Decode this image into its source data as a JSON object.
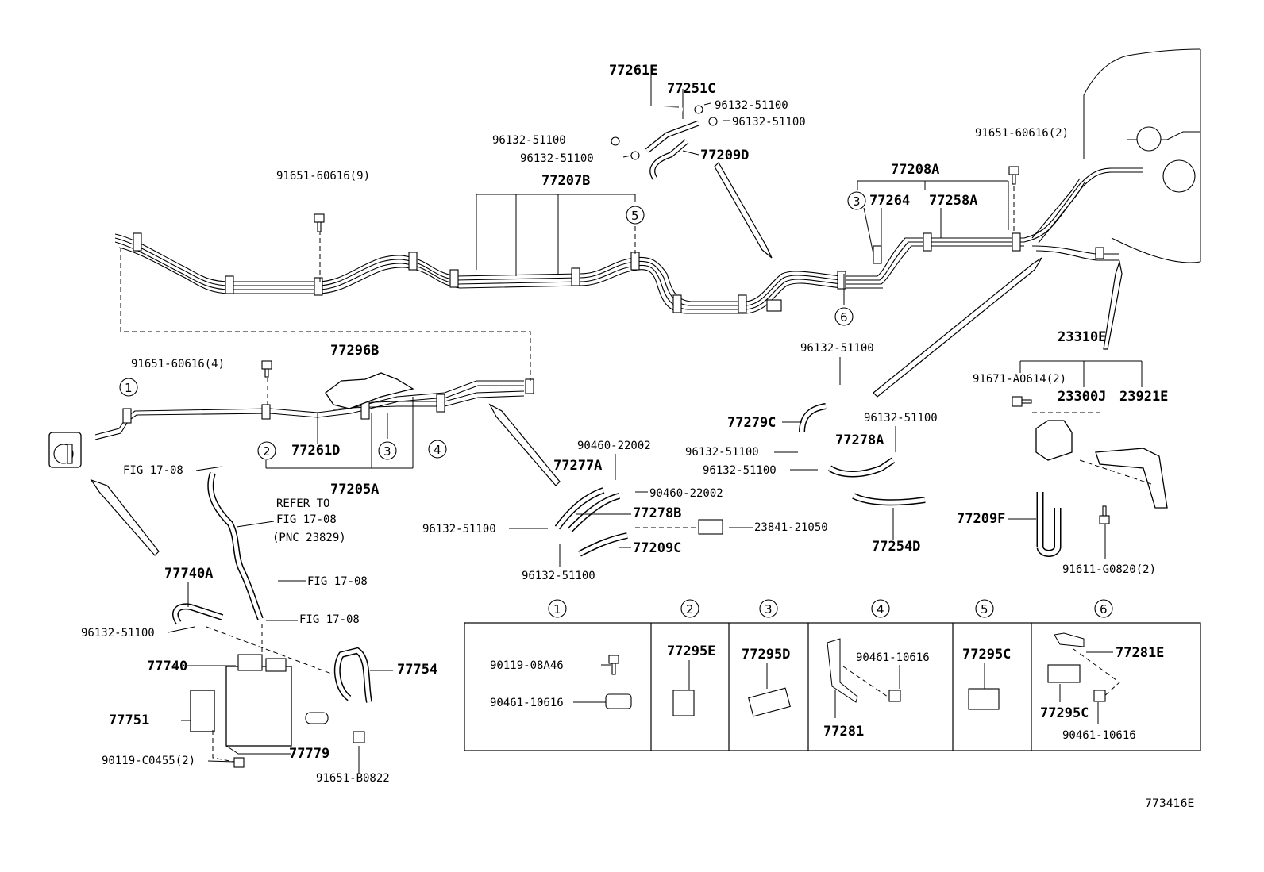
{
  "drawing_code": "773416E",
  "parts": {
    "p77261E": "77261E",
    "p77251C": "77251C",
    "p96132_a": "96132-51100",
    "p96132_b": "96132-51100",
    "p96132_c": "96132-51100",
    "p96132_d": "96132-51100",
    "p77209D": "77209D",
    "p91651_9": "91651-60616(9)",
    "p77207B": "77207B",
    "p77208A": "77208A",
    "p77264": "77264",
    "p77258A": "77258A",
    "p91651_2": "91651-60616(2)",
    "p91651_4": "91651-60616(4)",
    "p77296B": "77296B",
    "p77261D": "77261D",
    "p77205A": "77205A",
    "fig1": "FIG 17-08",
    "refer1": "REFER TO",
    "refer2": "FIG 17-08",
    "refer3": "(PNC 23829)",
    "fig2": "FIG 17-08",
    "fig3": "FIG 17-08",
    "p77740A": "77740A",
    "p96132_e": "96132-51100",
    "p77740": "77740",
    "p77754": "77754",
    "p77751": "77751",
    "p77779": "77779",
    "p90119_c": "90119-C0455(2)",
    "p91651_b": "91651-B0822",
    "p90460_a": "90460-22002",
    "p77277A": "77277A",
    "p90460_b": "90460-22002",
    "p96132_f": "96132-51100",
    "p77278B": "77278B",
    "p23841": "23841-21050",
    "p77209C": "77209C",
    "p96132_g": "96132-51100",
    "p96132_h": "96132-51100",
    "p77279C": "77279C",
    "p96132_i": "96132-51100",
    "p77278A": "77278A",
    "p96132_j": "96132-51100",
    "p96132_k": "96132-51100",
    "p77254D": "77254D",
    "p23310E": "23310E",
    "p91671": "91671-A0614(2)",
    "p23300J": "23300J",
    "p23921E": "23921E",
    "p77209F": "77209F",
    "p91611": "91611-G0820(2)"
  },
  "callouts": [
    "1",
    "2",
    "3",
    "4",
    "5",
    "6"
  ],
  "table": {
    "headers": [
      "1",
      "2",
      "3",
      "4",
      "5",
      "6"
    ],
    "c1a": "90119-08A46",
    "c1b": "90461-10616",
    "c2": "77295E",
    "c3": "77295D",
    "c4a": "90461-10616",
    "c4b": "77281",
    "c5": "77295C",
    "c6a": "77281E",
    "c6b": "77295C",
    "c6c": "90461-10616"
  }
}
